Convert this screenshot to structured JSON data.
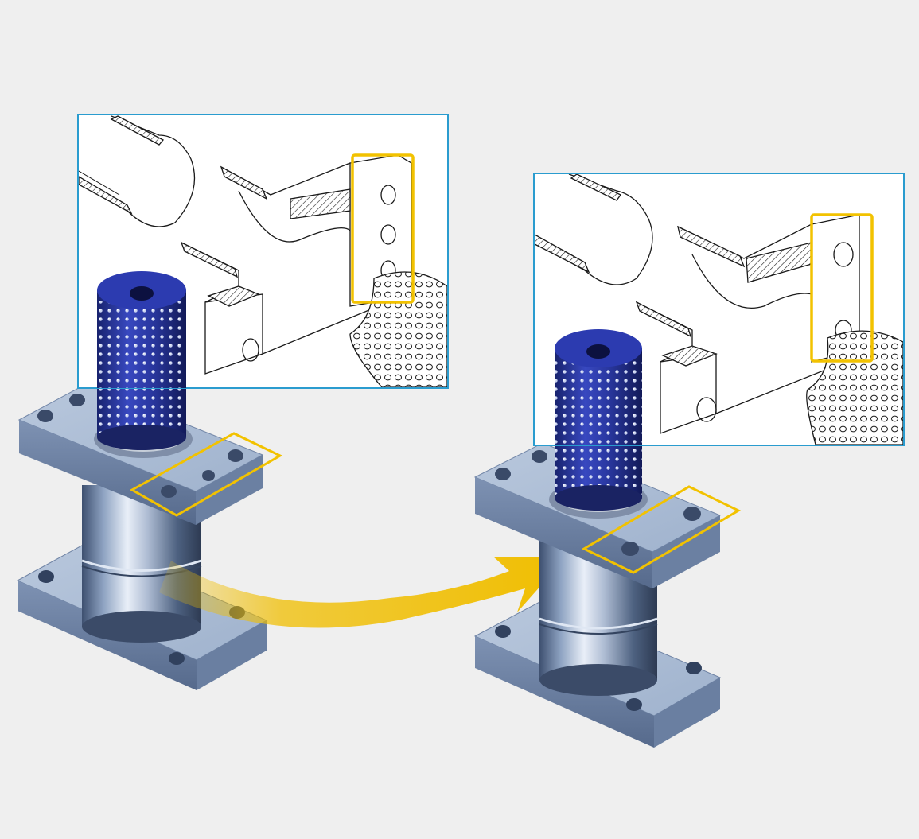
{
  "figure": {
    "description_text": "",
    "colors": {
      "background": "#efefef",
      "inset_border": "#2a9ccf",
      "highlight": "#f2c200",
      "arrow": "#f0be00",
      "cage_blue": "#2b3aa8",
      "steel": "#9aaecb",
      "steel_dark": "#5d7192",
      "line_art": "#1a1a1a"
    },
    "icons": {
      "transition_arrow": "curved-arrow-icon",
      "ball_cage": "ball-cage",
      "guide_pillar_assembly": "guide-pillar-assembly",
      "flange_highlight": "highlight-frame"
    }
  }
}
